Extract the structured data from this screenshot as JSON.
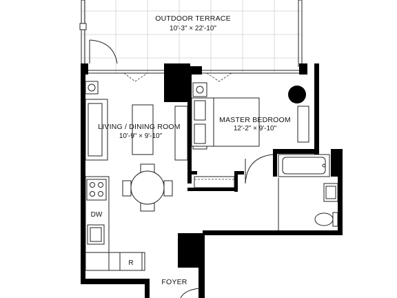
{
  "rooms": {
    "terrace": {
      "name": "OUTDOOR TERRACE",
      "dims": "10'-3\" × 22'-10\""
    },
    "living": {
      "name": "LIVING / DINING ROOM",
      "dims": "10'-9\" × 9'-10\""
    },
    "bedroom": {
      "name": "MASTER BEDROOM",
      "dims": "12'-2\" × 9'-10\""
    },
    "foyer": {
      "name": "FOYER"
    }
  },
  "appliances": {
    "dishwasher": "DW",
    "refrigerator": "R"
  }
}
